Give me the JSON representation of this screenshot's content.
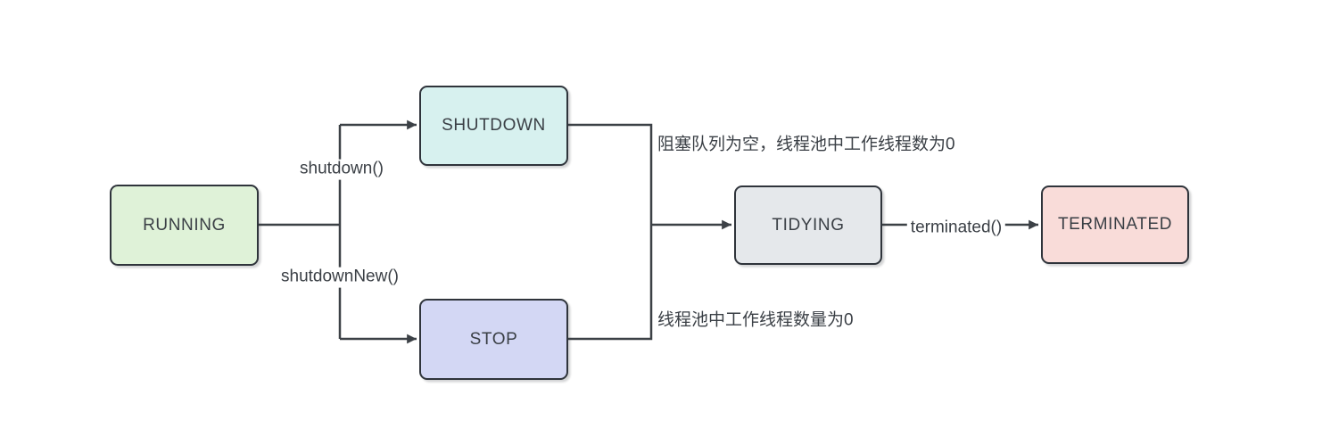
{
  "canvas": {
    "background_color": "#ffffff",
    "line_color": "#3c4146",
    "node_border_color": "#2f343b",
    "text_color": "#3a3f45"
  },
  "diagram": {
    "type": "state-machine-flowchart",
    "subject": "thread pool state transitions",
    "nodes": [
      {
        "id": "running",
        "label": "RUNNING",
        "fill": "#dff2d8"
      },
      {
        "id": "shutdown",
        "label": "SHUTDOWN",
        "fill": "#d7f1ef"
      },
      {
        "id": "stop",
        "label": "STOP",
        "fill": "#d3d7f4"
      },
      {
        "id": "tidying",
        "label": "TIDYING",
        "fill": "#e5e8eb"
      },
      {
        "id": "terminated",
        "label": "TERMINATED",
        "fill": "#f9dcd9"
      }
    ],
    "edges": [
      {
        "from": "RUNNING",
        "to": "SHUTDOWN",
        "label": "shutdown()"
      },
      {
        "from": "RUNNING",
        "to": "STOP",
        "label": "shutdownNew()"
      },
      {
        "from": "SHUTDOWN",
        "to": "TIDYING",
        "label": "阻塞队列为空，线程池中工作线程数为0"
      },
      {
        "from": "STOP",
        "to": "TIDYING",
        "label": "线程池中工作线程数量为0"
      },
      {
        "from": "TIDYING",
        "to": "TERMINATED",
        "label": "terminated()"
      }
    ]
  }
}
